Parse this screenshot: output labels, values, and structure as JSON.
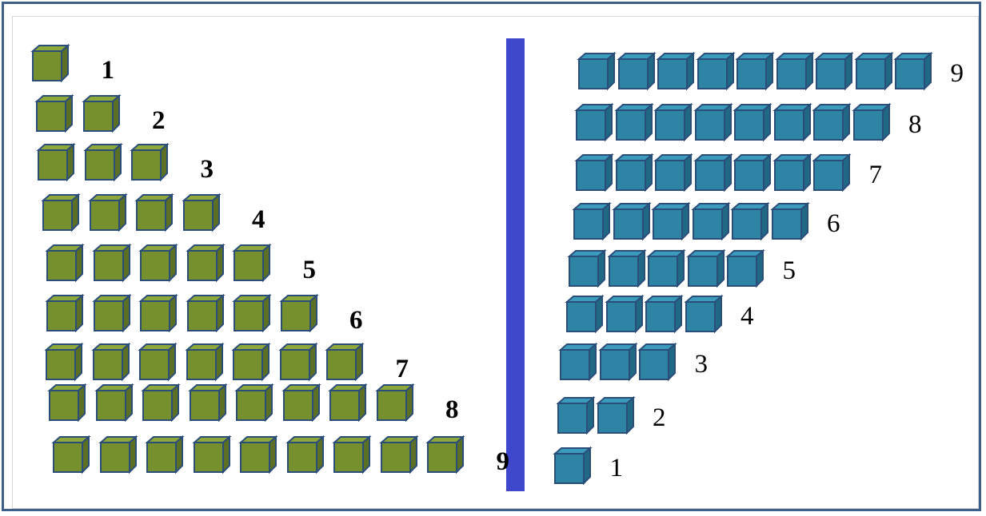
{
  "colors": {
    "frame": "#3e5f8a",
    "divider": "#3f48cc",
    "green_front": "#77902e",
    "green_top": "#8fa83a",
    "green_side": "#5c7024",
    "teal_front": "#2e84a4",
    "teal_top": "#3b9bbd",
    "teal_side": "#1f6985",
    "cube_edge": "#2b4d7a"
  },
  "left_staircase": {
    "rows": [
      {
        "count": 1,
        "label": "1"
      },
      {
        "count": 2,
        "label": "2"
      },
      {
        "count": 3,
        "label": "3"
      },
      {
        "count": 4,
        "label": "4"
      },
      {
        "count": 5,
        "label": "5"
      },
      {
        "count": 6,
        "label": "6"
      },
      {
        "count": 7,
        "label": "7"
      },
      {
        "count": 8,
        "label": "8"
      },
      {
        "count": 9,
        "label": "9"
      }
    ]
  },
  "right_staircase": {
    "rows": [
      {
        "count": 9,
        "label": "9"
      },
      {
        "count": 8,
        "label": "8"
      },
      {
        "count": 7,
        "label": "7"
      },
      {
        "count": 6,
        "label": "6"
      },
      {
        "count": 5,
        "label": "5"
      },
      {
        "count": 4,
        "label": "4"
      },
      {
        "count": 3,
        "label": "3"
      },
      {
        "count": 2,
        "label": "2"
      },
      {
        "count": 1,
        "label": "1"
      }
    ]
  }
}
